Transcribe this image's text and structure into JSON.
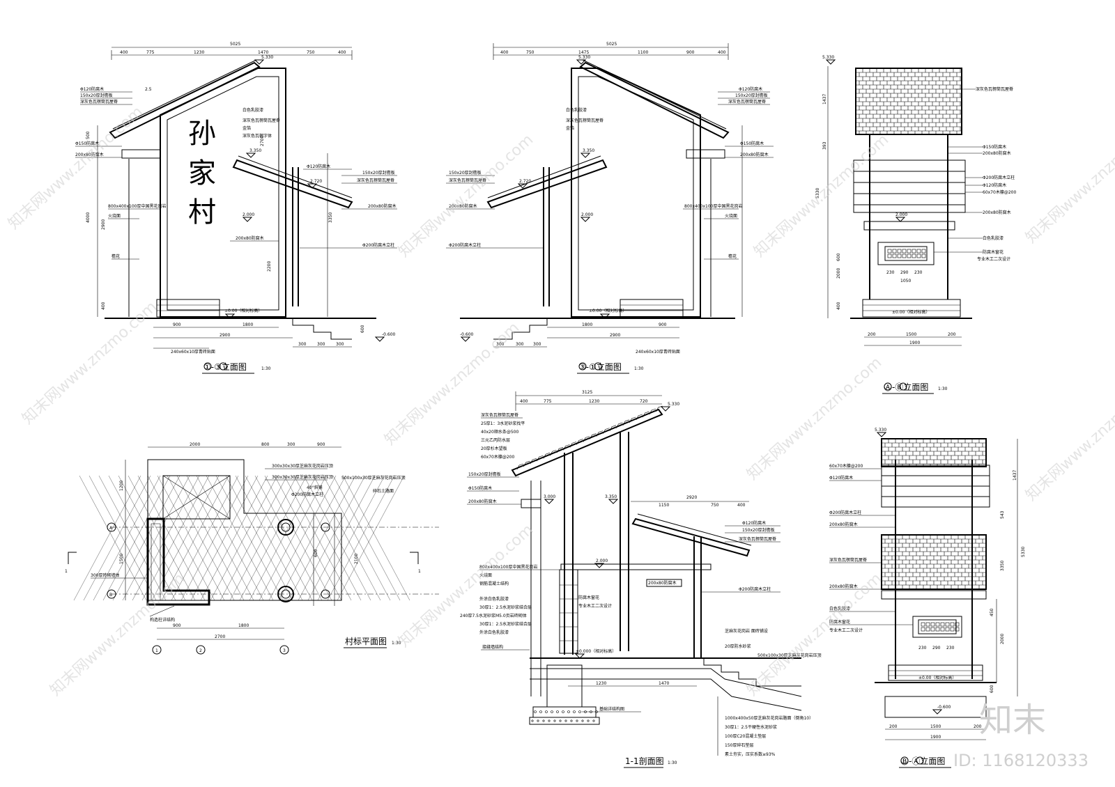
{
  "drawings": {
    "elev_1_3": {
      "caption": "①-③立面图",
      "scale": "1:30",
      "sign_chars": [
        "孙",
        "家",
        "村"
      ],
      "top_dims": [
        "400",
        "775",
        "1230",
        "1470",
        "750",
        "400"
      ],
      "top_total": "5025",
      "bottom_dims": [
        "900",
        "1800"
      ],
      "bottom_total": "2900",
      "step_dims": [
        "300",
        "300",
        "300"
      ],
      "left_vdims": [
        "500",
        "2900",
        "4000",
        "400"
      ],
      "right_vdims": [
        "2700",
        "3350",
        "2200",
        "600"
      ],
      "labels_left": [
        "Φ120防腐木",
        "150x20厚封檐板",
        "深灰色瓦楞筒瓦屋脊",
        "Φ150防腐木",
        "200x80防腐木",
        "800x400x100厚中国黑花岗岩",
        "火烧面",
        "檐花"
      ],
      "labels_right": [
        "白色乳胶漆",
        "深灰色瓦楞筒瓦屋脊",
        "金箔",
        "深灰色瓦楞字体",
        "Φ120防腐木",
        "150x20厚封檐板",
        "深灰色瓦楞筒瓦屋脊",
        "200x80防腐木",
        "Φ200防腐木立柱",
        "200x80防腐木"
      ],
      "levels": [
        "5.330",
        "3.350",
        "2.720",
        "2.000",
        "±0.00（相对标高）",
        "-0.600"
      ],
      "slope": "2.5",
      "bottom_note": "240x60x10厚青砖贴面"
    },
    "elev_3_1": {
      "caption": "③-①立面图",
      "scale": "1:30",
      "top_dims": [
        "400",
        "750",
        "1475",
        "1100",
        "900",
        "400"
      ],
      "top_total": "5025",
      "bottom_dims": [
        "1800",
        "900"
      ],
      "bottom_total": "2900",
      "step_dims": [
        "300",
        "300",
        "300"
      ],
      "labels_left": [
        "150x20厚封檐板",
        "深灰色瓦楞筒瓦屋脊",
        "200x80防腐木",
        "Φ200防腐木立柱"
      ],
      "labels_right": [
        "Φ120防腐木",
        "150x20厚封檐板",
        "深灰色瓦楞筒瓦屋脊",
        "Φ150防腐木",
        "200x80防腐木",
        "800x400x100厚中国黑花岗岩",
        "火烧面",
        "檐花"
      ],
      "mid_labels": [
        "白色乳胶漆",
        "深灰色瓦楞筒瓦屋脊",
        "金箔"
      ],
      "levels": [
        "5.330",
        "3.350",
        "2.720",
        "2.000",
        "±0.00（相对标高）",
        "-0.600"
      ],
      "bottom_note": "240x60x10厚青砖贴面"
    },
    "elev_A_B": {
      "caption": "Ⓐ-Ⓑ立面图",
      "scale": "1:30",
      "labels": [
        "深灰色瓦楞筒瓦屋脊",
        "Φ150防腐木",
        "200x80防腐木",
        "Φ200防腐木立柱",
        "Φ120防腐木",
        "60x70木檩@200",
        "200x80防腐木",
        "白色乳胶漆",
        "防腐木窗花",
        "专业木工二次设计"
      ],
      "bottom_dims": [
        "200",
        "1500",
        "200"
      ],
      "bottom_total": "1900",
      "pattern_dims": [
        "230",
        "290",
        "230"
      ],
      "pattern_total": "1050",
      "levels": [
        "5.330",
        "2.000",
        "±0.00（相对标高）"
      ],
      "vdims": [
        "1437",
        "393",
        "5330",
        "2000",
        "600",
        "400"
      ]
    },
    "plan": {
      "caption": "村标平面图",
      "scale": "1:30",
      "top_dims": [
        "2000",
        "800",
        "300",
        "900"
      ],
      "bottom_dims": [
        "900",
        "1800"
      ],
      "bottom_total": "2700",
      "vdims": [
        "1200",
        "1500",
        "2100",
        "600"
      ],
      "axes": [
        "1",
        "2",
        "3",
        "A",
        "B"
      ],
      "labels": [
        "300x30x30厚芝麻灰花岗岩压顶",
        "300x30x30厚芝麻灰花岗岩压顶",
        "Φ200防腐木立柱",
        "500x100x30厚芝麻灰花岗岩压顶",
        "40°斜铺",
        "碎石土路面",
        "300厚砖砌墙体",
        "构造柱详结构"
      ],
      "section_mark": "1"
    },
    "section_1_1": {
      "caption": "1-1剖面图",
      "scale": "1:30",
      "top_dims": [
        "400",
        "775",
        "1230",
        "720"
      ],
      "top_total": "3125",
      "mid_dims": [
        "1150",
        "750",
        "400"
      ],
      "mid_total": "2920",
      "bottom_dims": [
        "1230",
        "1470"
      ],
      "labels_left": [
        "深灰色瓦楞筒瓦屋脊",
        "25厚1：3水泥砂浆找平",
        "40x20顺水条@500",
        "三元乙丙防水层",
        "20厚杉木望板",
        "60x70木檩@200",
        "150x20厚封檐板",
        "Φ150防腐木",
        "200x80防腐木",
        "800x400x100厚中国黑花岗岩",
        "火烧面",
        "钢筋混凝土结构",
        "外涂白色乳胶漆",
        "30厚1：2.5水泥砂浆结合层",
        "240厚7.5水泥砂浆M5.0页岩砖砌体",
        "30厚1：2.5水泥砂浆结合层",
        "外涂白色乳胶漆",
        "接缝墙结构"
      ],
      "labels_right": [
        "Φ120防腐木",
        "150x20厚封檐板",
        "深灰色瓦楞筒瓦屋脊",
        "Φ200防腐木立柱",
        "200x80防腐木",
        "防腐木窗花",
        "专业木工二次设计",
        "芝麻灰花岗岩 面砖铺设",
        "20厚防水砂浆",
        "500x100x30厚芝麻灰花岗岩压顶",
        "基础详结构图"
      ],
      "bottom_labels": [
        "1000x400x50厚芝麻灰花岗岩路面（倒角10）",
        "30厚1：2.5干硬性水泥砂浆",
        "100厚C20混凝土垫层",
        "150厚碎石垫层",
        "素土夯实，压实系数≥93%"
      ],
      "levels": [
        "5.330",
        "3.350",
        "3.000",
        "2.000",
        "±0.000（相对标高）"
      ]
    },
    "elev_B_A": {
      "caption": "Ⓑ-Ⓐ立面图",
      "labels": [
        "60x70木檩@200",
        "Φ120防腐木",
        "Φ200防腐木立柱",
        "200x80防腐木",
        "深灰色瓦楞筒瓦屋脊",
        "200x80防腐木",
        "白色乳胶漆",
        "防腐木窗花",
        "专业木工二次设计"
      ],
      "bottom_dims": [
        "200",
        "1500",
        "200"
      ],
      "bottom_total": "1900",
      "pattern_dims": [
        "230",
        "290",
        "230"
      ],
      "levels": [
        "5.330",
        "±0.00（相对标高）",
        "-0.600"
      ],
      "vdims": [
        "1437",
        "543",
        "5330",
        "3350",
        "2000",
        "450",
        "600"
      ]
    }
  },
  "watermark": {
    "text": "知末网www.znzmo.com",
    "logo": "知末",
    "id": "ID: 1168120333"
  },
  "colors": {
    "line": "#000000",
    "watermark": "#cfcfcf"
  }
}
